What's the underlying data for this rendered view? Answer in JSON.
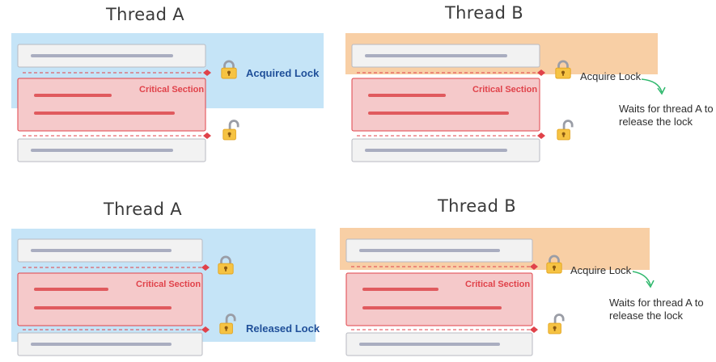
{
  "panels": [
    {
      "title": "Thread A",
      "critical_section_label": "Critical Section",
      "lock_label": "Acquired Lock"
    },
    {
      "title": "Thread B",
      "critical_section_label": "Critical Section",
      "acquire_label": "Acquire Lock",
      "wait_note": "Waits for thread A to\nrelease the lock"
    },
    {
      "title": "Thread A",
      "critical_section_label": "Critical Section",
      "lock_label": "Released Lock"
    },
    {
      "title": "Thread B",
      "critical_section_label": "Critical Section",
      "acquire_label": "Acquire Lock",
      "wait_note": "Waits for thread A to\nrelease the lock"
    }
  ],
  "colors": {
    "highlight_blue": "#c5e4f7",
    "highlight_orange": "#f8cfa5",
    "critical_fill": "#f5c9ca",
    "critical_stroke": "#e0424a",
    "code_box_fill": "#f2f2f2",
    "code_box_stroke": "#b8bac2",
    "code_line_gray": "#a9adc0",
    "code_line_red": "#e05a5e",
    "lock_gold": "#f6c343",
    "label_blue": "#1f4f99",
    "arrow_green": "#2fb86d"
  }
}
